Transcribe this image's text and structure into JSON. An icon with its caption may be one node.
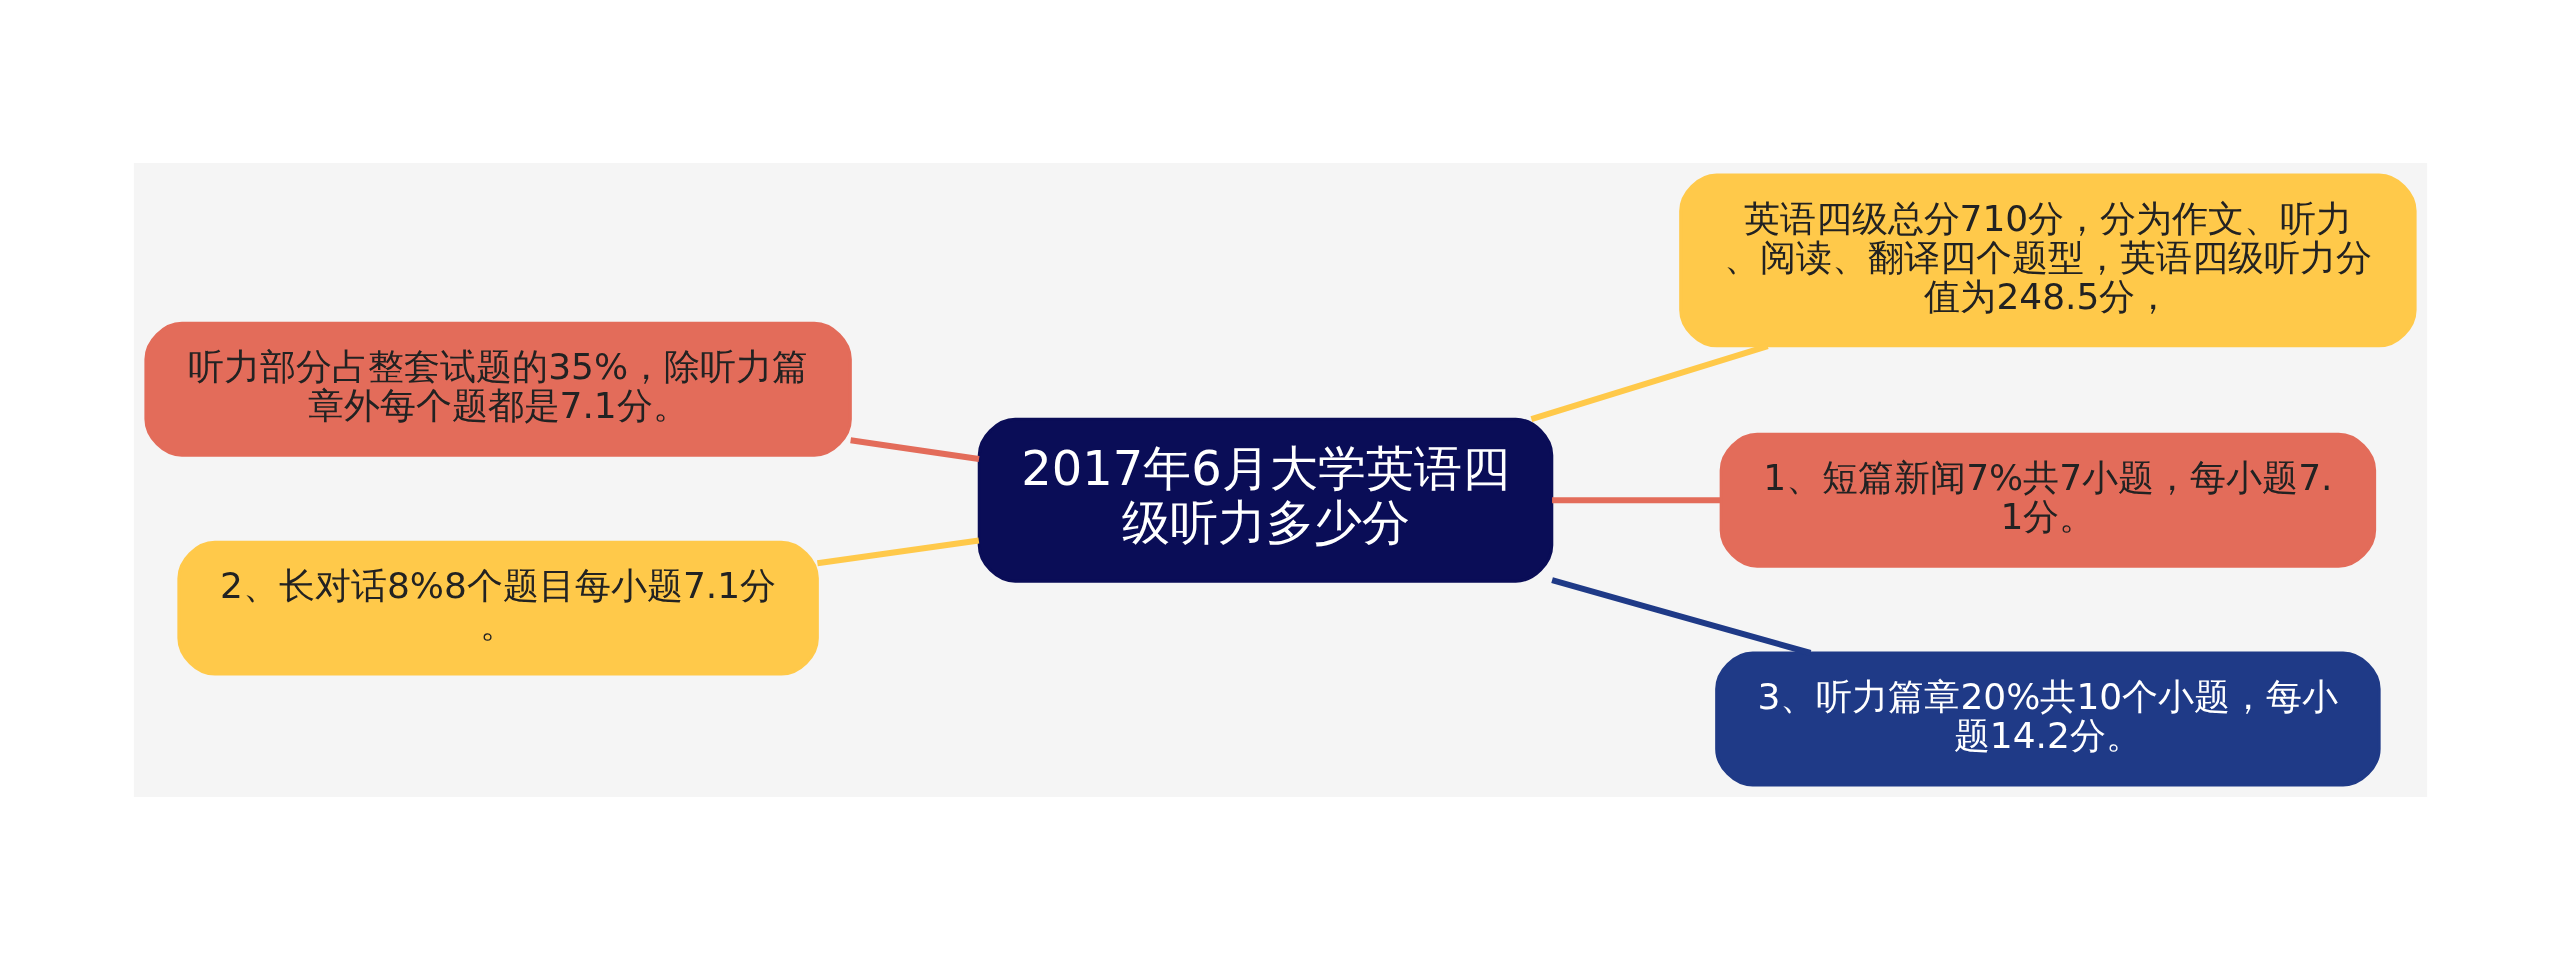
{
  "diagram": {
    "nodes": [
      {
        "text": [
          "2017年6月大学英语四级听力多少分"
        ]
      },
      {
        "text": [
          "听力部分占整套试题的35%，除听力篇章外每个题都是7.1分。"
        ]
      },
      {
        "text": [
          "2、长对话8%8个题目每小题7.1分。"
        ]
      },
      {
        "text": [
          "英语四级总分710分，分为作文、听力、阅读、翻译四个题型，英语四级听力分值为248.5分，"
        ]
      },
      {
        "text": [
          "1、短篇新闻7%共7小题，每小题7.1分。"
        ]
      },
      {
        "text": [
          "3、听力篇章20%共10个小题，每小题14.2分。"
        ]
      }
    ],
    "edges": [
      {
        "from": 0,
        "to": 1,
        "arrow": "none",
        "color": "#e36c5a"
      },
      {
        "from": 0,
        "to": 2,
        "arrow": "none",
        "color": "#ffc94a"
      },
      {
        "from": 0,
        "to": 3,
        "arrow": "none",
        "color": "#ffc94a"
      },
      {
        "from": 0,
        "to": 4,
        "arrow": "none",
        "color": "#e36c5a"
      },
      {
        "from": 0,
        "to": 5,
        "arrow": "none",
        "color": "#1f3a87"
      }
    ]
  }
}
